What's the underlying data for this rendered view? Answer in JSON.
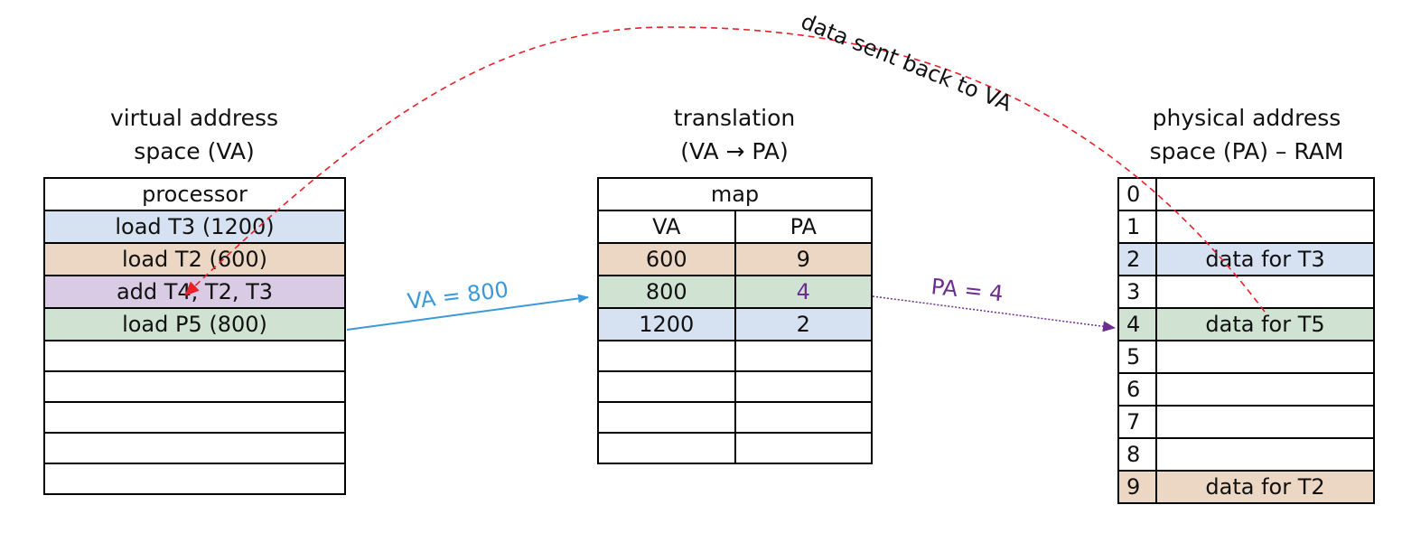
{
  "virtual": {
    "title_line1": "virtual address",
    "title_line2": "space (VA)",
    "rows": [
      {
        "text": "processor",
        "color": "#ffffff"
      },
      {
        "text": "load T3 (1200)",
        "color": "#d6e2f2"
      },
      {
        "text": "load T2 (600)",
        "color": "#ecd7c5"
      },
      {
        "text": "add T4, T2, T3",
        "color": "#d9cbe3"
      },
      {
        "text": "load P5 (800)",
        "color": "#d0e3d3"
      },
      {
        "text": "",
        "color": "#ffffff"
      },
      {
        "text": "",
        "color": "#ffffff"
      },
      {
        "text": "",
        "color": "#ffffff"
      },
      {
        "text": "",
        "color": "#ffffff"
      },
      {
        "text": "",
        "color": "#ffffff"
      }
    ]
  },
  "translation": {
    "title_line1": "translation",
    "title_line2": "(VA → PA)",
    "header": "map",
    "col_va": "VA",
    "col_pa": "PA",
    "rows": [
      {
        "va": "600",
        "pa": "9",
        "color": "#ecd7c5"
      },
      {
        "va": "800",
        "pa": "4",
        "color": "#d0e3d3",
        "highlight": true
      },
      {
        "va": "1200",
        "pa": "2",
        "color": "#d6e2f2"
      },
      {
        "va": "",
        "pa": "",
        "color": "#ffffff"
      },
      {
        "va": "",
        "pa": "",
        "color": "#ffffff"
      },
      {
        "va": "",
        "pa": "",
        "color": "#ffffff"
      },
      {
        "va": "",
        "pa": "",
        "color": "#ffffff"
      }
    ]
  },
  "physical": {
    "title_line1": "physical address",
    "title_line2": "space (PA) – RAM",
    "rows": [
      {
        "index": "0",
        "text": "",
        "color": "#ffffff"
      },
      {
        "index": "1",
        "text": "",
        "color": "#ffffff"
      },
      {
        "index": "2",
        "text": "data for T3",
        "color": "#d6e2f2"
      },
      {
        "index": "3",
        "text": "",
        "color": "#ffffff"
      },
      {
        "index": "4",
        "text": "data for T5",
        "color": "#d0e3d3"
      },
      {
        "index": "5",
        "text": "",
        "color": "#ffffff"
      },
      {
        "index": "6",
        "text": "",
        "color": "#ffffff"
      },
      {
        "index": "7",
        "text": "",
        "color": "#ffffff"
      },
      {
        "index": "8",
        "text": "",
        "color": "#ffffff"
      },
      {
        "index": "9",
        "text": "data for T2",
        "color": "#ecd7c5"
      }
    ]
  },
  "arrows": {
    "va_label": "VA = 800",
    "va_color": "#3a9ad9",
    "pa_label": "PA = 4",
    "pa_color": "#6b2d90",
    "return_label": "data sent back to VA",
    "return_color": "#e8202a"
  }
}
